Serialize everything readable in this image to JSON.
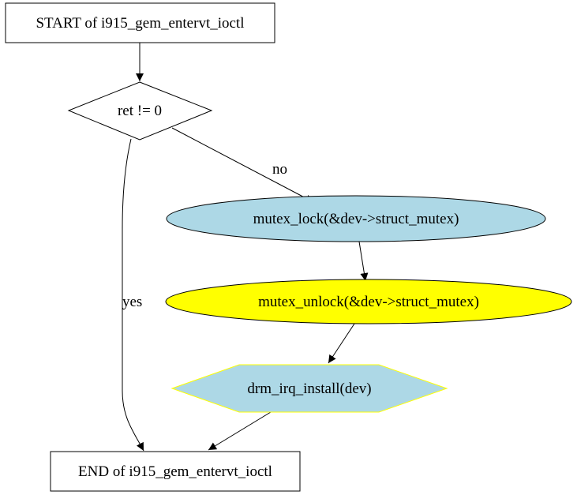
{
  "diagram": {
    "nodes": {
      "start": {
        "label": "START of i915_gem_entervt_ioctl",
        "shape": "box",
        "fill": "#ffffff",
        "stroke": "#000000"
      },
      "decision": {
        "label": "ret != 0",
        "shape": "diamond",
        "fill": "#ffffff",
        "stroke": "#000000"
      },
      "lock": {
        "label": "mutex_lock(&dev->struct_mutex)",
        "shape": "ellipse",
        "fill": "#add8e6",
        "stroke": "#000000"
      },
      "unlock": {
        "label": "mutex_unlock(&dev->struct_mutex)",
        "shape": "ellipse",
        "fill": "#ffff00",
        "stroke": "#000000"
      },
      "irq": {
        "label": "drm_irq_install(dev)",
        "shape": "hexagon",
        "fill": "#add8e6",
        "stroke": "#ffff00"
      },
      "end": {
        "label": "END of i915_gem_entervt_ioctl",
        "shape": "box",
        "fill": "#ffffff",
        "stroke": "#000000"
      }
    },
    "edges": {
      "start_to_decision": {
        "from": "start",
        "to": "decision",
        "label": ""
      },
      "decision_no": {
        "from": "decision",
        "to": "lock",
        "label": "no"
      },
      "decision_yes": {
        "from": "decision",
        "to": "end",
        "label": "yes"
      },
      "lock_to_unlock": {
        "from": "lock",
        "to": "unlock",
        "label": ""
      },
      "unlock_to_irq": {
        "from": "unlock",
        "to": "irq",
        "label": ""
      },
      "irq_to_end": {
        "from": "irq",
        "to": "end",
        "label": ""
      }
    }
  }
}
